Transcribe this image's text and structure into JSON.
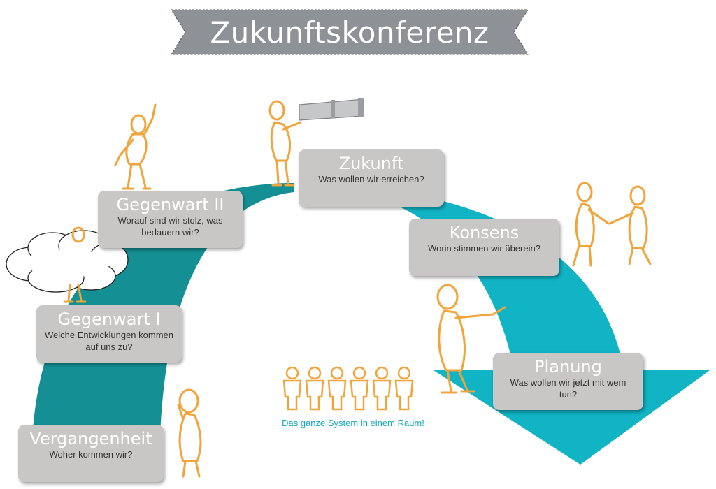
{
  "title": "Zukunftskonferenz",
  "phases": [
    {
      "title": "Vergangenheit",
      "question": "Woher kommen wir?"
    },
    {
      "title": "Gegenwart I",
      "question": "Welche Entwicklungen kommen auf uns zu?"
    },
    {
      "title": "Gegenwart II",
      "question": "Worauf sind wir stolz, was bedauern wir?"
    },
    {
      "title": "Zukunft",
      "question": "Was wollen wir erreichen?"
    },
    {
      "title": "Konsens",
      "question": "Worin stimmen wir überein?"
    },
    {
      "title": "Planung",
      "question": "Was wollen wir jetzt mit wem tun?"
    }
  ],
  "system_caption": "Das ganze System in einem Raum!",
  "colors": {
    "banner": "#8e9196",
    "arc_dark": "#148f93",
    "arc_light": "#10b4c4",
    "box": "#c8c7c6",
    "figure": "#f0a43a",
    "caption": "#12a8b8"
  },
  "icons": [
    "cheering-person-icon",
    "telescope-person-icon",
    "handshake-icon",
    "pointing-person-icon",
    "thinking-person-icon",
    "thought-cloud-icon",
    "group-of-people-icon",
    "telescope-icon"
  ]
}
